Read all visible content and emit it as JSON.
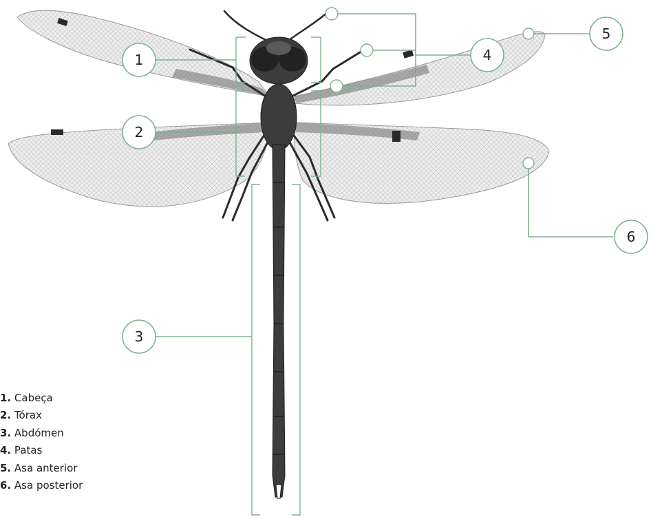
{
  "callouts": [
    {
      "number": "1"
    },
    {
      "number": "2"
    },
    {
      "number": "3"
    },
    {
      "number": "4"
    },
    {
      "number": "5"
    },
    {
      "number": "6"
    }
  ],
  "legend": [
    {
      "number": "1.",
      "label": "Cabeça"
    },
    {
      "number": "2.",
      "label": "Tórax"
    },
    {
      "number": "3.",
      "label": "Abdómen"
    },
    {
      "number": "4.",
      "label": "Patas"
    },
    {
      "number": "5.",
      "label": "Asa anterior"
    },
    {
      "number": "6.",
      "label": "Asa posterior"
    }
  ],
  "colors": {
    "accent": "#7fb08f",
    "body": "#3c3c3c",
    "text": "#222222"
  }
}
